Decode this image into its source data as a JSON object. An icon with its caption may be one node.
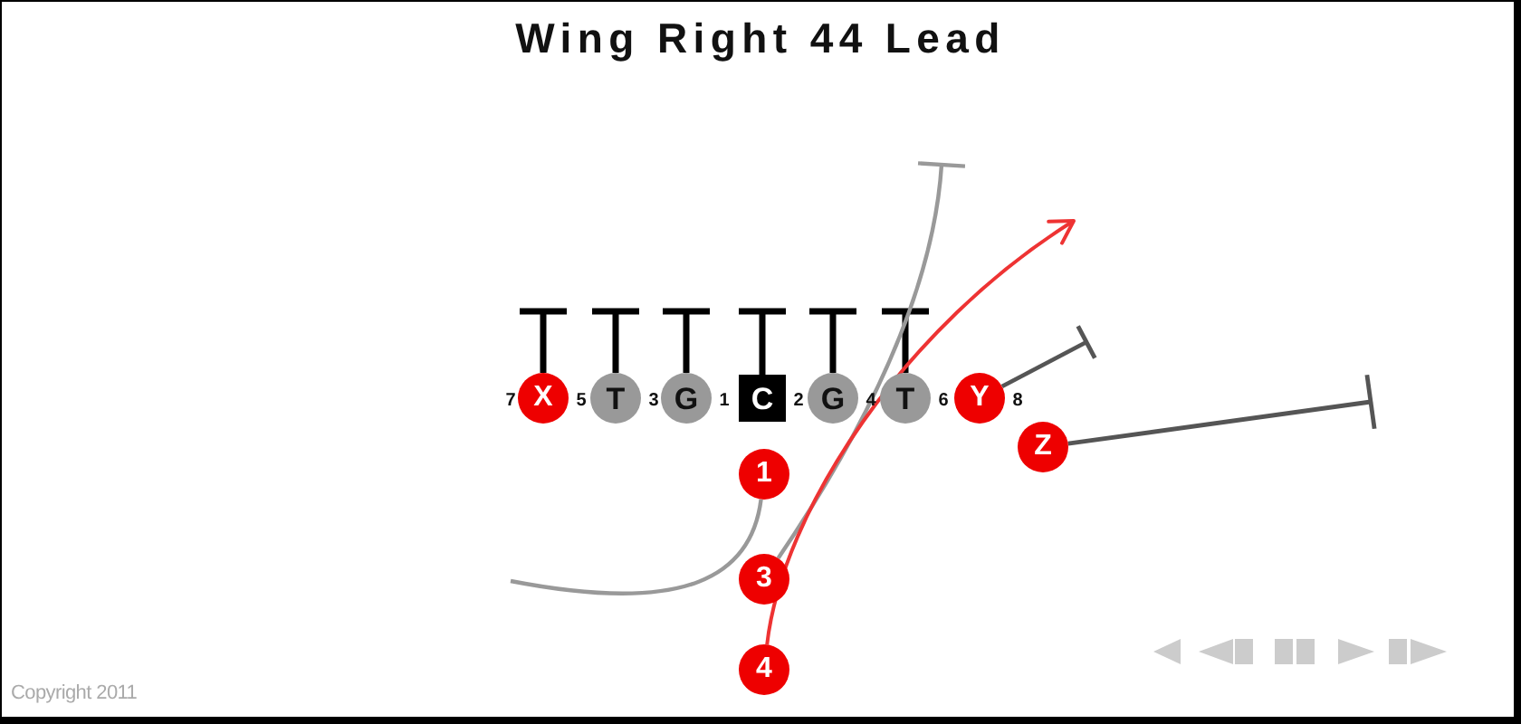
{
  "diagram": {
    "title": "Wing Right 44 Lead",
    "nodes": [
      {
        "text": [
          "X"
        ]
      },
      {
        "text": [
          "T"
        ]
      },
      {
        "text": [
          "G"
        ]
      },
      {
        "text": [
          "C"
        ]
      },
      {
        "text": [
          "G"
        ]
      },
      {
        "text": [
          "T"
        ]
      },
      {
        "text": [
          "Y"
        ]
      },
      {
        "text": [
          "Z"
        ]
      },
      {
        "text": [
          "1"
        ]
      },
      {
        "text": [
          "3"
        ]
      },
      {
        "text": [
          "4"
        ]
      }
    ],
    "edges": [
      {
        "from": 0,
        "to": null,
        "arrow": "other"
      },
      {
        "from": 1,
        "to": null,
        "arrow": "other"
      },
      {
        "from": 2,
        "to": null,
        "arrow": "other"
      },
      {
        "from": 3,
        "to": null,
        "arrow": "other"
      },
      {
        "from": 4,
        "to": null,
        "arrow": "other"
      },
      {
        "from": 5,
        "to": null,
        "arrow": "other"
      },
      {
        "from": 6,
        "to": null,
        "arrow": "other",
        "color": "#555555"
      },
      {
        "from": 7,
        "to": null,
        "arrow": "other",
        "color": "#555555"
      },
      {
        "from": 8,
        "to": null,
        "arrow": "none",
        "color": "#999999"
      },
      {
        "from": 9,
        "to": null,
        "arrow": "other",
        "color": "#999999"
      },
      {
        "from": 10,
        "to": null,
        "arrow": "to",
        "color": "#ee3333"
      }
    ],
    "labels": [
      "7",
      "5",
      "3",
      "1",
      "2",
      "4",
      "6",
      "8",
      "Copyright 2011"
    ]
  }
}
